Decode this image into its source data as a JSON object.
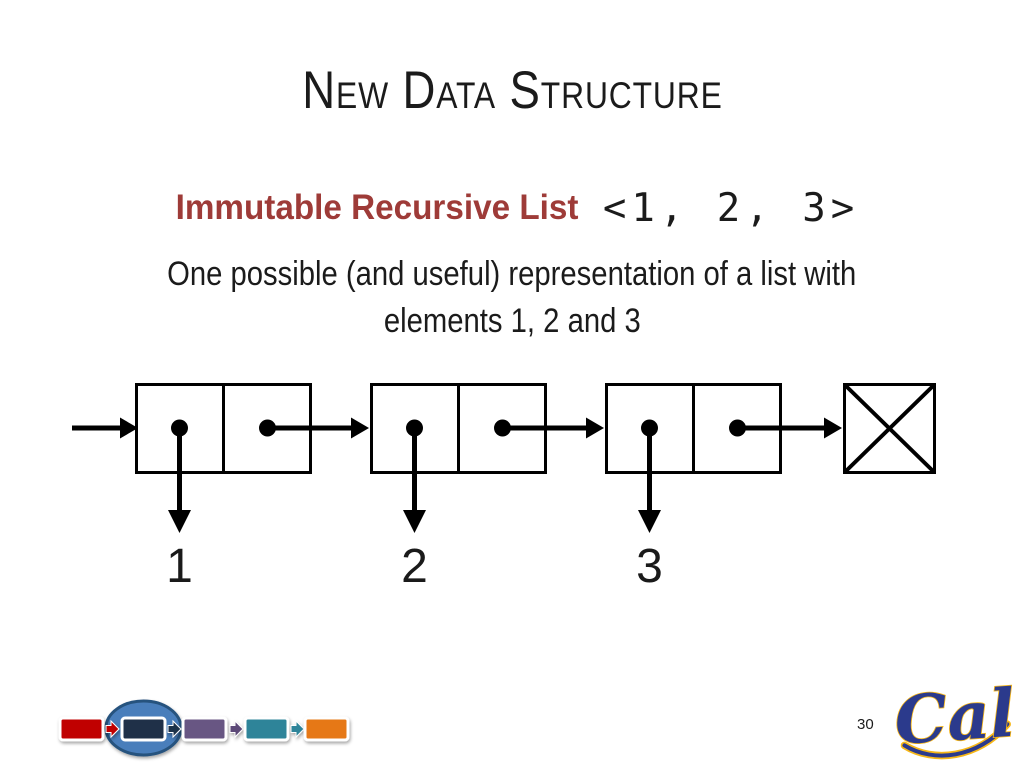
{
  "slide": {
    "title": "New Data Structure",
    "heading": {
      "emphasis": "Immutable Recursive List",
      "code": "<1, 2, 3>"
    },
    "body_line1": "One possible (and useful) representation of a list with",
    "body_line2": "elements 1, 2 and 3",
    "page_number": "30"
  },
  "diagram": {
    "type": "box-and-pointer-linked-list",
    "description": "Three cons pairs; each car pointer points down to its value, each cdr pointer points right to the next pair; final cdr points to a crossed box (null terminator).",
    "nodes": [
      {
        "value": "1"
      },
      {
        "value": "2"
      },
      {
        "value": "3"
      }
    ],
    "terminator": "crossed-box-null",
    "stroke_color": "#000000"
  },
  "nav": {
    "active_index": 1,
    "highlight_color": "#4a7ebb",
    "highlight_border": "#28527e",
    "items": [
      {
        "name": "section-1",
        "color": "#c00000",
        "active": false
      },
      {
        "name": "section-2",
        "color": "#1f3048",
        "active": true
      },
      {
        "name": "section-3",
        "color": "#675683",
        "active": false
      },
      {
        "name": "section-4",
        "color": "#2e8499",
        "active": false
      },
      {
        "name": "section-5",
        "color": "#e67817",
        "active": false
      }
    ],
    "arrow_colors": [
      "#c00000",
      "#1f3048",
      "#5c4a77",
      "#2e8499"
    ]
  },
  "logo": {
    "text": "Cal",
    "fill": "#2b3a8c",
    "outline": "#f7b718"
  }
}
